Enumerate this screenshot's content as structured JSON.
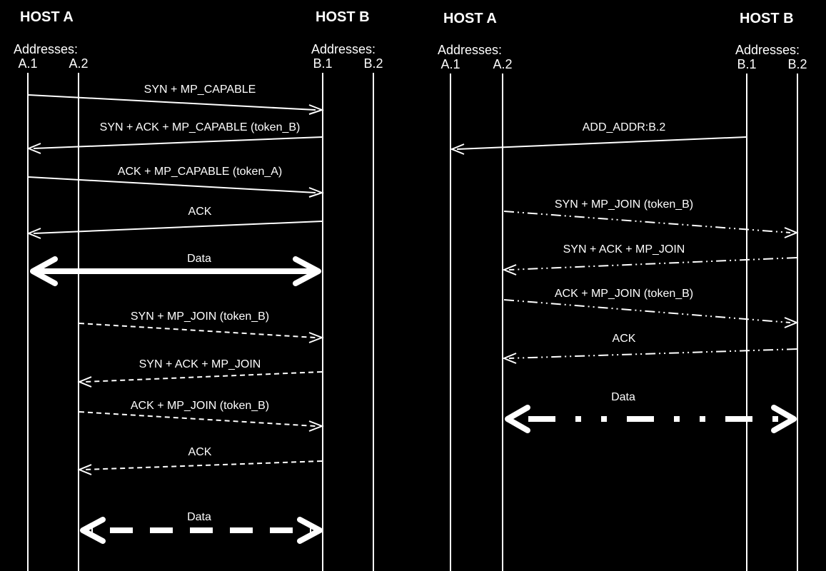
{
  "colors": {
    "background": "#000000",
    "foreground": "#ffffff"
  },
  "panels": [
    {
      "host_a": "HOST A",
      "host_b": "HOST B",
      "addresses_label_a": "Addresses:",
      "addresses_label_b": "Addresses:",
      "lifelines": [
        "A.1",
        "A.2",
        "B.1",
        "B.2"
      ],
      "messages": [
        {
          "label": "SYN + MP_CAPABLE",
          "from": "A.1",
          "to": "B.1",
          "style": "solid"
        },
        {
          "label": "SYN + ACK + MP_CAPABLE (token_B)",
          "from": "B.1",
          "to": "A.1",
          "style": "solid"
        },
        {
          "label": "ACK + MP_CAPABLE (token_A)",
          "from": "A.1",
          "to": "B.1",
          "style": "solid"
        },
        {
          "label": "ACK",
          "from": "B.1",
          "to": "A.1",
          "style": "solid"
        },
        {
          "label": "Data",
          "from": "A.1",
          "to": "B.1",
          "style": "solid",
          "bidirectional": true
        },
        {
          "label": "SYN + MP_JOIN (token_B)",
          "from": "A.2",
          "to": "B.1",
          "style": "dashed"
        },
        {
          "label": "SYN + ACK + MP_JOIN",
          "from": "B.1",
          "to": "A.2",
          "style": "dashed"
        },
        {
          "label": "ACK + MP_JOIN (token_B)",
          "from": "A.2",
          "to": "B.1",
          "style": "dashed"
        },
        {
          "label": "ACK",
          "from": "B.1",
          "to": "A.2",
          "style": "dashed"
        },
        {
          "label": "Data",
          "from": "A.2",
          "to": "B.1",
          "style": "dashed",
          "bidirectional": true
        }
      ]
    },
    {
      "host_a": "HOST A",
      "host_b": "HOST B",
      "addresses_label_a": "Addresses:",
      "addresses_label_b": "Addresses:",
      "lifelines": [
        "A.1",
        "A.2",
        "B.1",
        "B.2"
      ],
      "messages": [
        {
          "label": "ADD_ADDR:B.2",
          "from": "B.1",
          "to": "A.1",
          "style": "solid"
        },
        {
          "label": "SYN + MP_JOIN (token_B)",
          "from": "A.2",
          "to": "B.2",
          "style": "dashdot"
        },
        {
          "label": "SYN + ACK + MP_JOIN",
          "from": "B.2",
          "to": "A.2",
          "style": "dashdot"
        },
        {
          "label": "ACK + MP_JOIN (token_B)",
          "from": "A.2",
          "to": "B.2",
          "style": "dashdot"
        },
        {
          "label": "ACK",
          "from": "B.2",
          "to": "A.2",
          "style": "dashdot"
        },
        {
          "label": "Data",
          "from": "A.2",
          "to": "B.2",
          "style": "dashdot",
          "bidirectional": true
        }
      ]
    }
  ]
}
